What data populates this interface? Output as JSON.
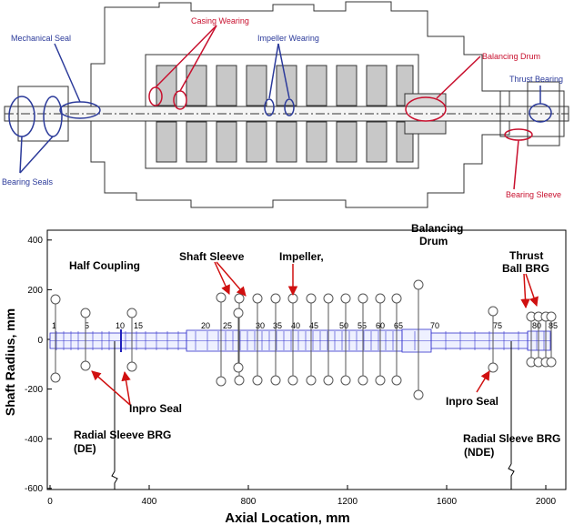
{
  "drawing": {
    "labels": {
      "mechanical_seal": "Mechanical Seal",
      "casing_wearing": "Casing Wearing",
      "impeller_wearing": "Impeller Wearing",
      "balancing_drum": "Balancing Drum",
      "thrust_bearing": "Thrust Bearing",
      "bearing_seals": "Bearing Seals",
      "bearing_sleeve": "Bearing Sleeve"
    },
    "colors": {
      "blue_label": "#2b3a9a",
      "red_label": "#c8102e",
      "line": "#333333"
    }
  },
  "rotor_model": {
    "ylabel": "Shaft Radius, mm",
    "xlabel": "Axial Location, mm",
    "y_ticks": [
      "400",
      "200",
      "0",
      "-200",
      "-400",
      "-600"
    ],
    "x_ticks": [
      "0",
      "400",
      "800",
      "1200",
      "1600",
      "2000"
    ],
    "annotations": {
      "half_coupling": "Half Coupling",
      "shaft_sleeve": "Shaft Sleeve",
      "impeller": "Impeller,",
      "balancing_drum_1": "Balancing",
      "balancing_drum_2": "Drum",
      "thrust_ball_brg_1": "Thrust",
      "thrust_ball_brg_2": "Ball BRG",
      "inpro_seal_de": "Inpro Seal",
      "inpro_seal_nde": "Inpro Seal",
      "radial_sleeve_de_1": "Radial Sleeve BRG",
      "radial_sleeve_de_2": "(DE)",
      "radial_sleeve_nde_1": "Radial Sleeve BRG",
      "radial_sleeve_nde_2": "(NDE)"
    },
    "stations": [
      "1",
      "5",
      "10",
      "15",
      "20",
      "25",
      "30",
      "35",
      "40",
      "45",
      "50",
      "55",
      "60",
      "65",
      "70",
      "75",
      "80",
      "85"
    ],
    "colors": {
      "shaft": "#3333cc",
      "shaft_fill": "#eef0ff",
      "disk": "#555555",
      "arrow": "#d01010"
    }
  }
}
